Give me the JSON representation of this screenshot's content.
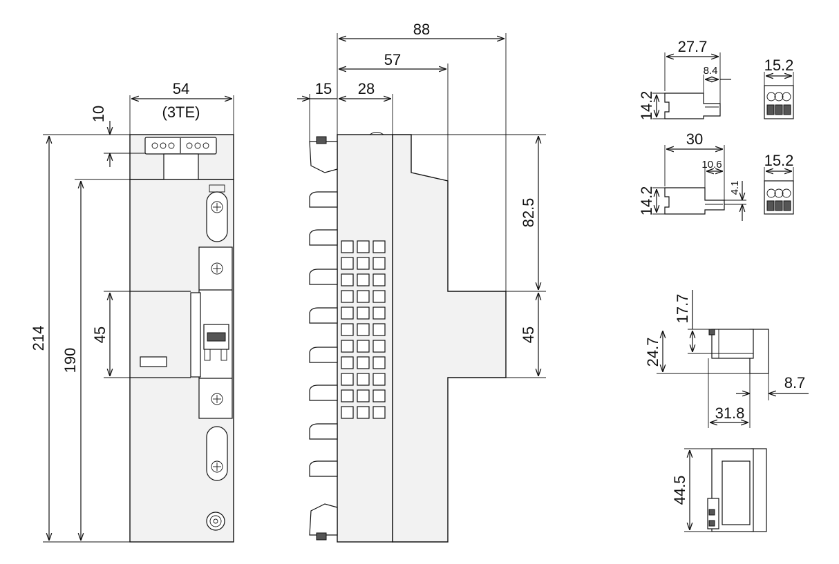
{
  "front_view": {
    "width": "54",
    "width_note": "(3TE)",
    "top_offset": "10",
    "height_total": "214",
    "height_body": "190",
    "breaker_height": "45"
  },
  "side_view": {
    "depth_total": "88",
    "depth_mid": "57",
    "depth_front": "28",
    "depth_back": "15",
    "upper_height": "82.5",
    "lower_height": "45"
  },
  "connectors": {
    "c1_width": "27.7",
    "c1_inner": "8.4",
    "c1_height": "14.2",
    "c1_front_width": "15.2",
    "c2_width": "30",
    "c2_inner": "10.6",
    "c2_height": "14.2",
    "c2_pin": "4.1",
    "c2_front_width": "15.2"
  },
  "plug_detail": {
    "inner_height": "17.7",
    "height": "24.7",
    "offset": "8.7",
    "width": "31.8",
    "side_height": "44.5"
  }
}
